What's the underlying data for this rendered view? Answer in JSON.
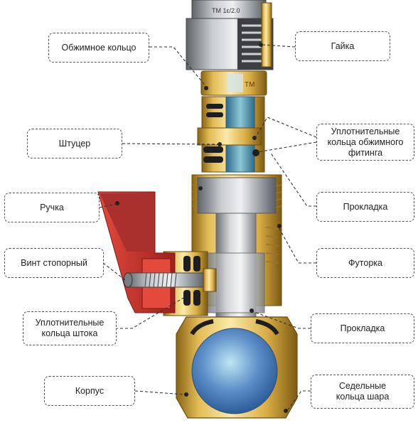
{
  "labels": {
    "obzhimnoe_koltso": "Обжимное кольцо",
    "gayka": "Гайка",
    "shtutser": "Штуцер",
    "uplotnitelnye_koltsa_fitinga": [
      "Уплотнительные",
      "кольца обжимного",
      "фитинга"
    ],
    "ruchka": "Ручка",
    "prokladka_top": "Прокладка",
    "vint_stopornyy": "Винт стопорный",
    "futorka": "Футорка",
    "uplotnitelnye_koltsa_shtoka": [
      "Уплотнительные",
      "кольца штока"
    ],
    "prokladka_bottom": "Прокладка",
    "korpus": "Корпус",
    "sedelnye_koltsa_shara": [
      "Седельные",
      "кольца шара"
    ]
  },
  "nut_engraving": "TM 1ε/2.0",
  "ring_engraving": "TM",
  "colors": {
    "brass_light": "#f3d88a",
    "brass": "#d9b04a",
    "brass_dark": "#8a6414",
    "steel": "#9aa0a6",
    "handle_red": "#b9302c",
    "ball_blue": "#5d8fc9",
    "seal_black": "#1e1e1e"
  }
}
